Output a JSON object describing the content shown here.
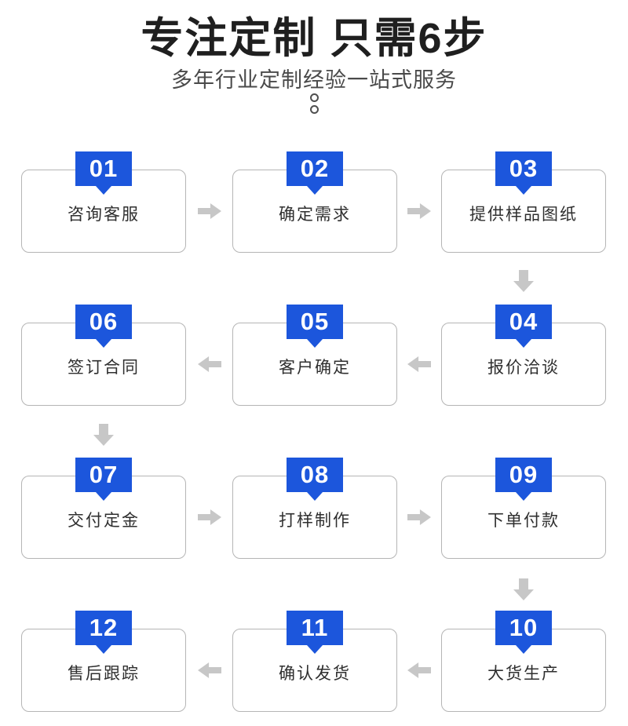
{
  "header": {
    "title": "专注定制 只需6步",
    "subtitle": "多年行业定制经验一站式服务"
  },
  "steps": [
    {
      "number": "01",
      "label": "咨询客服"
    },
    {
      "number": "02",
      "label": "确定需求"
    },
    {
      "number": "03",
      "label": "提供样品图纸"
    },
    {
      "number": "04",
      "label": "报价洽谈"
    },
    {
      "number": "05",
      "label": "客户确定"
    },
    {
      "number": "06",
      "label": "签订合同"
    },
    {
      "number": "07",
      "label": "交付定金"
    },
    {
      "number": "08",
      "label": "打样制作"
    },
    {
      "number": "09",
      "label": "下单付款"
    },
    {
      "number": "10",
      "label": "大货生产"
    },
    {
      "number": "11",
      "label": "确认发货"
    },
    {
      "number": "12",
      "label": "售后跟踪"
    }
  ],
  "flow": {
    "display_order_by_row": [
      [
        "01",
        "02",
        "03"
      ],
      [
        "06",
        "05",
        "04"
      ],
      [
        "07",
        "08",
        "09"
      ],
      [
        "12",
        "11",
        "10"
      ]
    ],
    "row_directions": [
      "right",
      "left",
      "right",
      "left"
    ],
    "vertical_connectors": [
      "after-03",
      "after-06",
      "after-09"
    ]
  },
  "colors": {
    "badge_blue": "#1c56dc",
    "badge_text": "#ffffff",
    "box_border": "#b5b5b5",
    "box_text": "#2f2f2f",
    "arrow_gray": "#c7c7c7",
    "title_text": "#1f1f1f",
    "subtitle_text": "#4a4a4a"
  }
}
